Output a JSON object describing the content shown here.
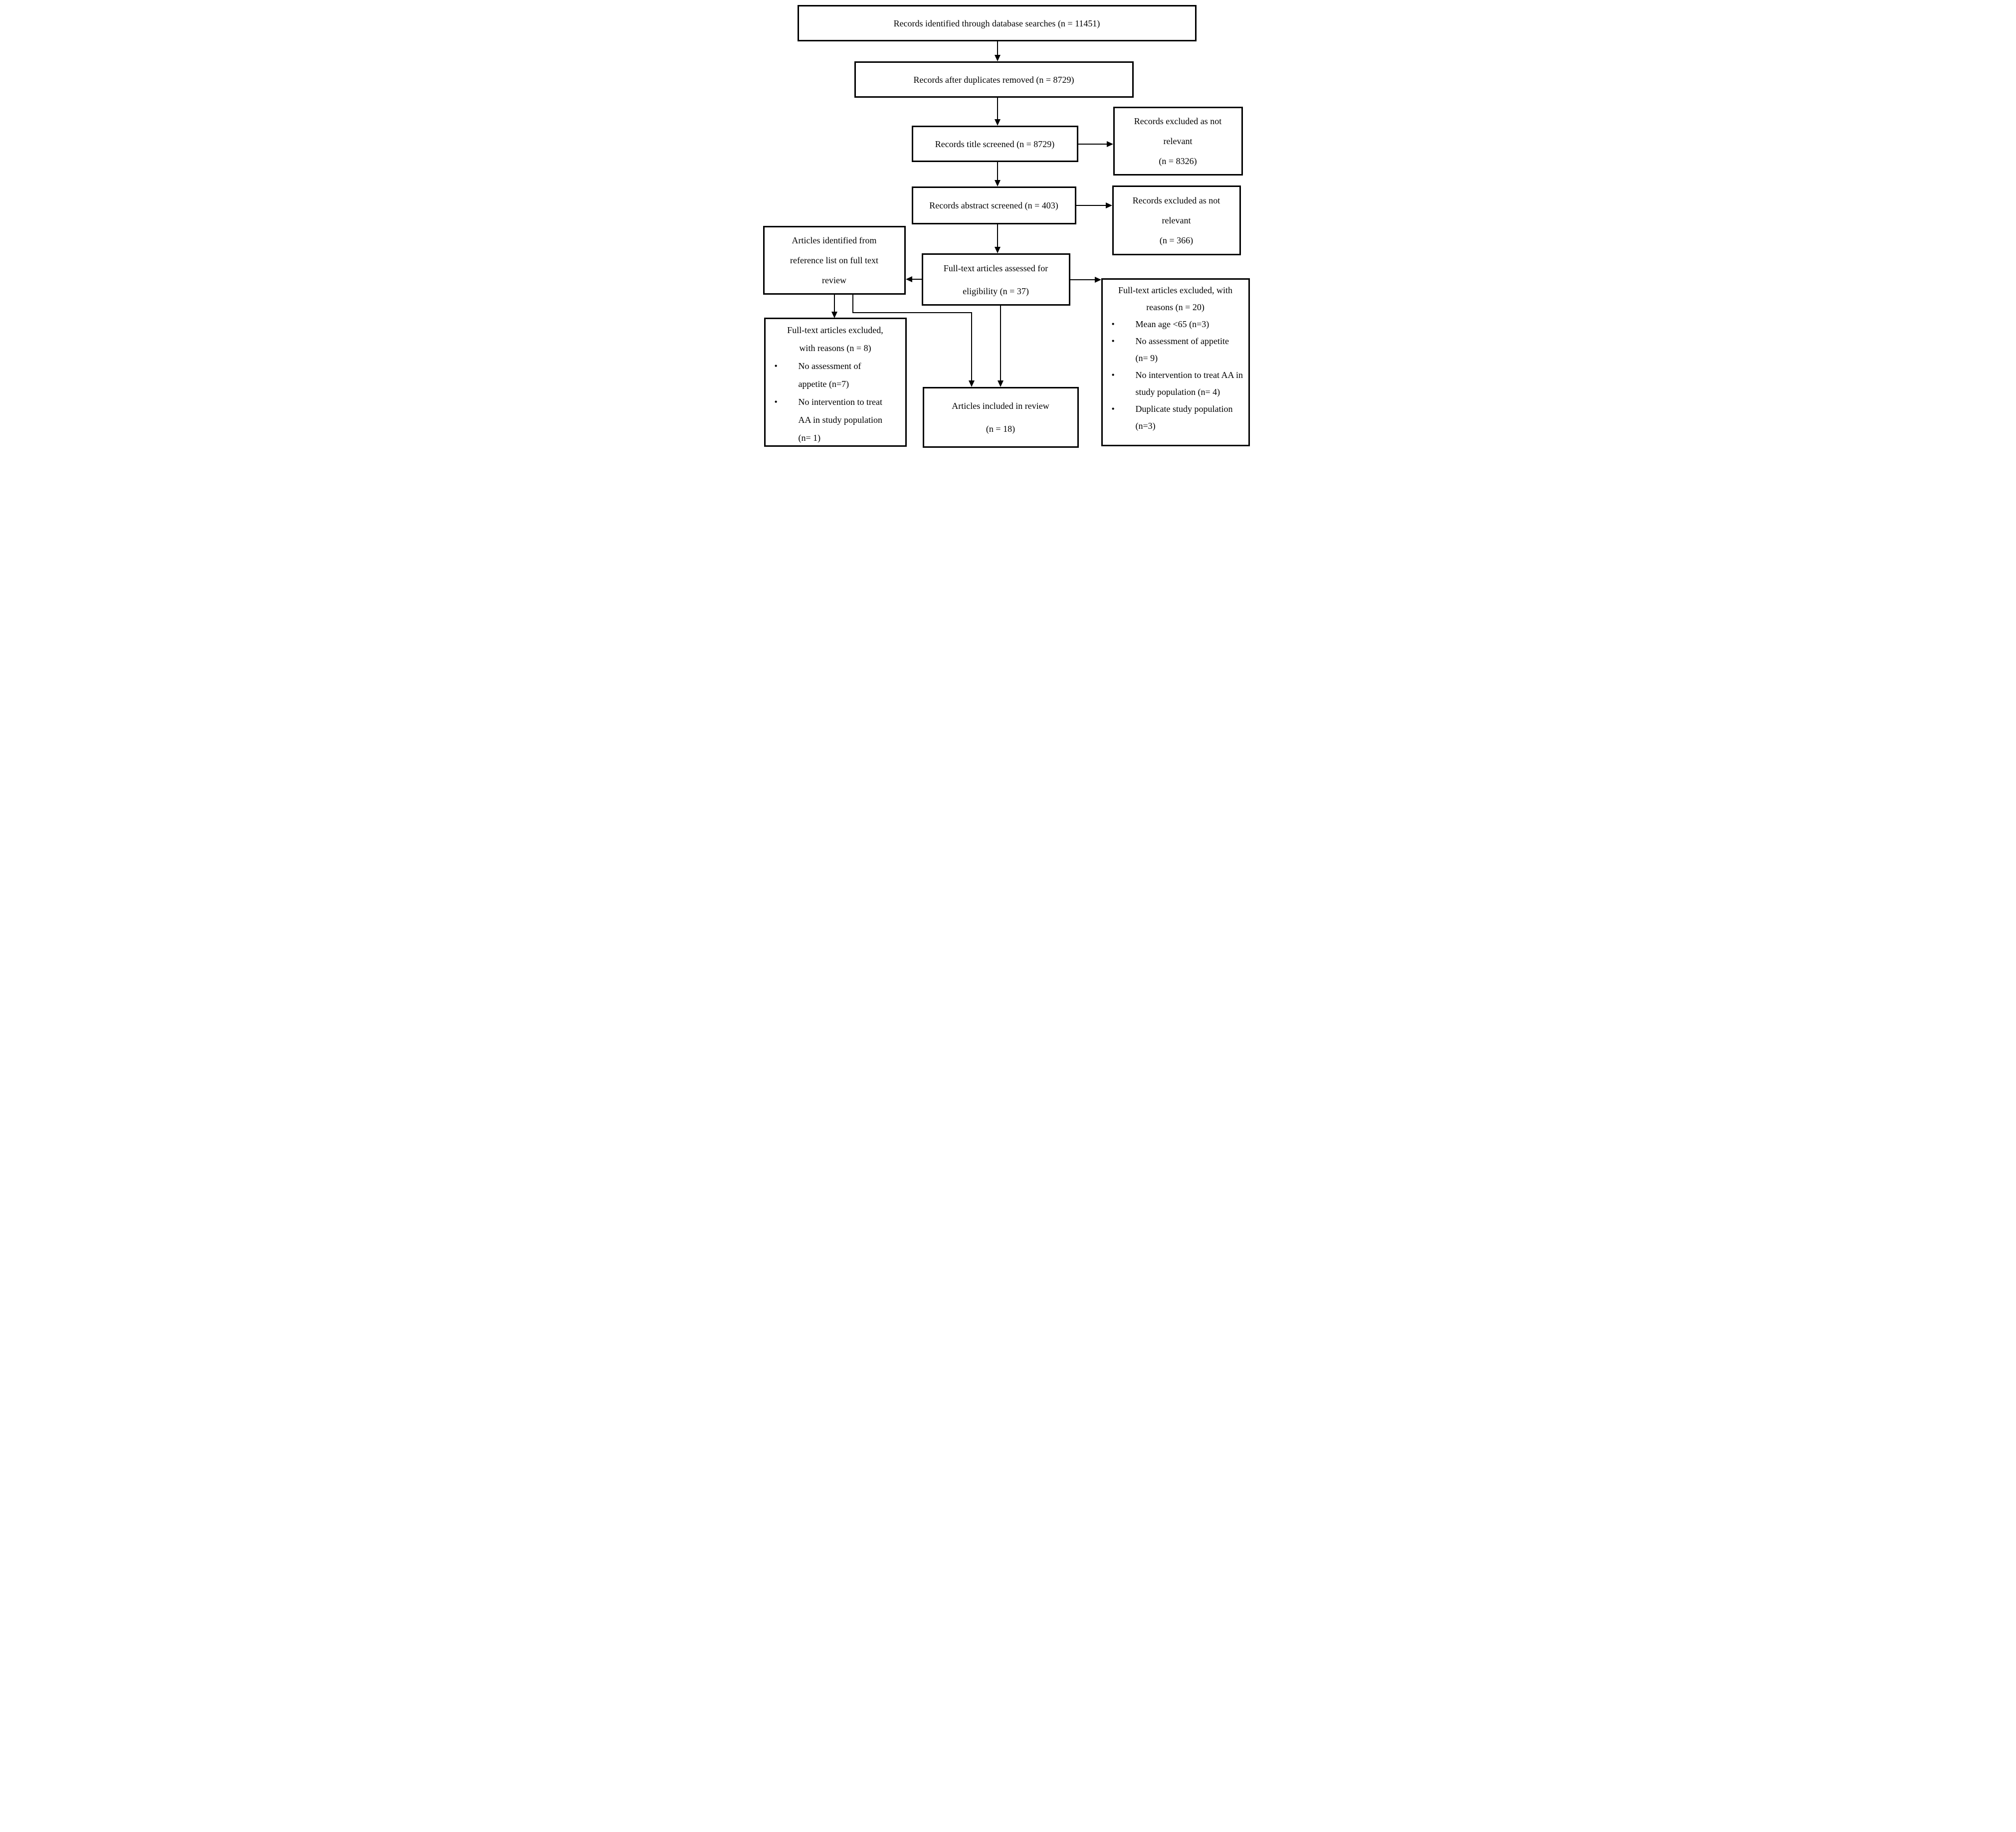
{
  "palette": {
    "background": "#ffffff",
    "line_color": "#000000",
    "text_color": "#000000"
  },
  "bullet_glyph": "•",
  "boxes": {
    "identified": {
      "lines": [
        "Records identified through database searches (n = 11451)"
      ]
    },
    "duplicates_removed": {
      "lines": [
        "Records after duplicates removed (n = 8729)"
      ]
    },
    "title_screened": {
      "lines": [
        "Records title screened (n = 8729)"
      ]
    },
    "excluded_title": {
      "lines": [
        "Records excluded as not",
        "relevant",
        "(n = 8326)"
      ]
    },
    "abstract_screened": {
      "lines": [
        "Records abstract screened (n = 403)"
      ]
    },
    "excluded_abstract": {
      "lines": [
        "Records excluded as not",
        "relevant",
        "(n = 366)"
      ]
    },
    "reference_list": {
      "lines": [
        "Articles identified from",
        "reference list on full text",
        "review"
      ]
    },
    "fulltext_assessed": {
      "lines": [
        "Full-text articles assessed for",
        "eligibility (n = 37)"
      ]
    },
    "fulltext_excluded_right": {
      "heading_lines": [
        "Full-text articles excluded, with",
        "reasons (n = 20)"
      ],
      "bullets": [
        "Mean age <65 (n=3)",
        "No assessment of appetite (n= 9)",
        "No intervention to treat AA in study population (n= 4)",
        "Duplicate study population (n=3)"
      ]
    },
    "fulltext_excluded_left": {
      "heading_lines": [
        "Full-text articles excluded,",
        "with reasons (n = 8)"
      ],
      "bullets": [
        "No assessment of appetite (n=7)",
        "No intervention to treat AA in study population (n= 1)"
      ]
    },
    "included": {
      "lines": [
        "Articles included in review",
        "(n = 18)"
      ]
    }
  }
}
